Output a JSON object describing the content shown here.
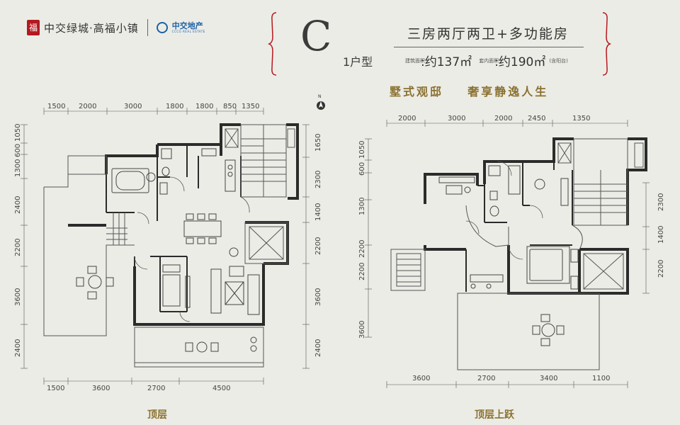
{
  "header": {
    "seal_char": "福",
    "brand_name": "中交绿城·高福小镇",
    "partner_cn": "中交地产",
    "partner_en": "CCCG REAL ESTATE"
  },
  "unit": {
    "type_letter": "C",
    "type_suffix": "1户型",
    "layout": "三房两厅两卫+多功能房",
    "built_area_label": "建筑面积",
    "built_area_value": ":约137㎡",
    "inner_area_label": "套内面积",
    "inner_area_value": ":约190㎡",
    "inner_area_note": "(含阳台)",
    "slogan": "墅式观邸    奢享静逸人生"
  },
  "compass": {
    "label": "N"
  },
  "left_plan": {
    "label": "顶层",
    "top_dims": [
      "1500",
      "2000",
      "3000",
      "1800",
      "1800",
      "850",
      "1350"
    ],
    "bottom_dims": [
      "1500",
      "3600",
      "2700",
      "4500"
    ],
    "left_dims": [
      "1050",
      "600",
      "1300",
      "2400",
      "2200",
      "3600",
      "2400"
    ],
    "right_dims": [
      "1650",
      "2300",
      "1400",
      "2200",
      "3600",
      "2400"
    ]
  },
  "right_plan": {
    "label": "顶层上跃",
    "top_dims": [
      "2000",
      "3000",
      "2000",
      "2450",
      "1350"
    ],
    "bottom_dims": [
      "3600",
      "2700",
      "3400",
      "1100"
    ],
    "left_dims": [
      "1050",
      "600",
      "1300",
      "2200",
      "2200",
      "3600"
    ],
    "right_dims": [
      "2300",
      "1400",
      "2200"
    ]
  },
  "colors": {
    "wall": "#2b2b2b",
    "gold": "#8a7130",
    "bracket": "#b3191f",
    "background": "#ecece6"
  }
}
